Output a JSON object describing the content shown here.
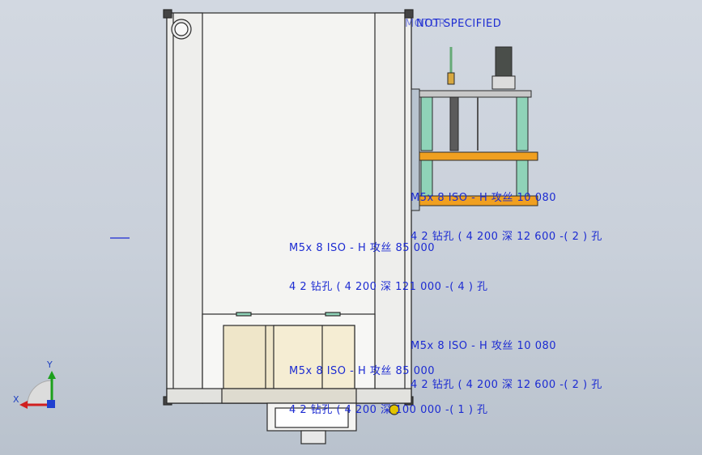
{
  "viewport": {
    "title": "NOT SPECIFIED",
    "symbol_text": "MOTOR"
  },
  "annotations": [
    {
      "line1": "M5x 8 ISO - H 攻丝 10 080",
      "line2": "4 2 钻孔 ( 4 200 深 12 600 -( 2 ) 孔"
    },
    {
      "line1": "M5x 8 ISO - H 攻丝 85 000",
      "line2": "4 2 钻孔 ( 4 200 深 121 000 -( 4 ) 孔"
    },
    {
      "line1": "M5x 8 ISO - H 攻丝 10 080",
      "line2": "4 2 钻孔 ( 4 200 深 12 600 -( 2 ) 孔"
    },
    {
      "line1": "M5x 8 ISO - H 攻丝 85 000",
      "line2": "4 2 钻孔 ( 4 200 深 100 000 -( 1 ) 孔"
    }
  ],
  "triad": {
    "x_label": "X",
    "y_label": "Y"
  },
  "colors": {
    "annotation": "#1c2bd2",
    "frame": "#eeeeec",
    "accent_green": "#8fd3b8",
    "accent_orange": "#f0a020",
    "panel": "#efe6c9"
  }
}
